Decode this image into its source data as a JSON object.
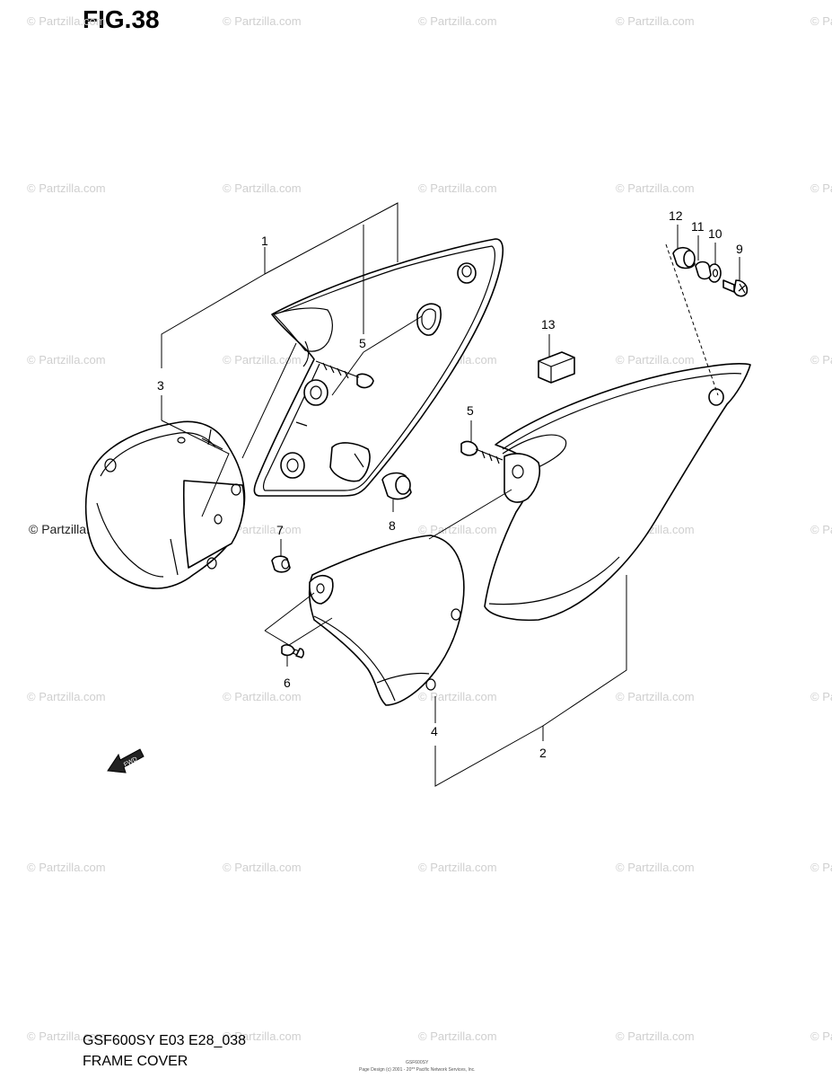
{
  "header": {
    "figure": "FIG.38"
  },
  "footer": {
    "model_code": "GSF600SY E03 E28_038",
    "caption": "FRAME COVER",
    "small_code": "GSF600SY",
    "small_credit": "Page Design (c) 2001 - 20** Pacific Network Services, Inc."
  },
  "watermark": {
    "text": "© Partzilla.com"
  },
  "callouts": {
    "c1": "1",
    "c2": "2",
    "c3": "3",
    "c4": "4",
    "c5a": "5",
    "c5b": "5",
    "c6": "6",
    "c7": "7",
    "c8": "8",
    "c9": "9",
    "c10": "10",
    "c11": "11",
    "c12": "12",
    "c13": "13"
  },
  "fwd_label": "FWD"
}
